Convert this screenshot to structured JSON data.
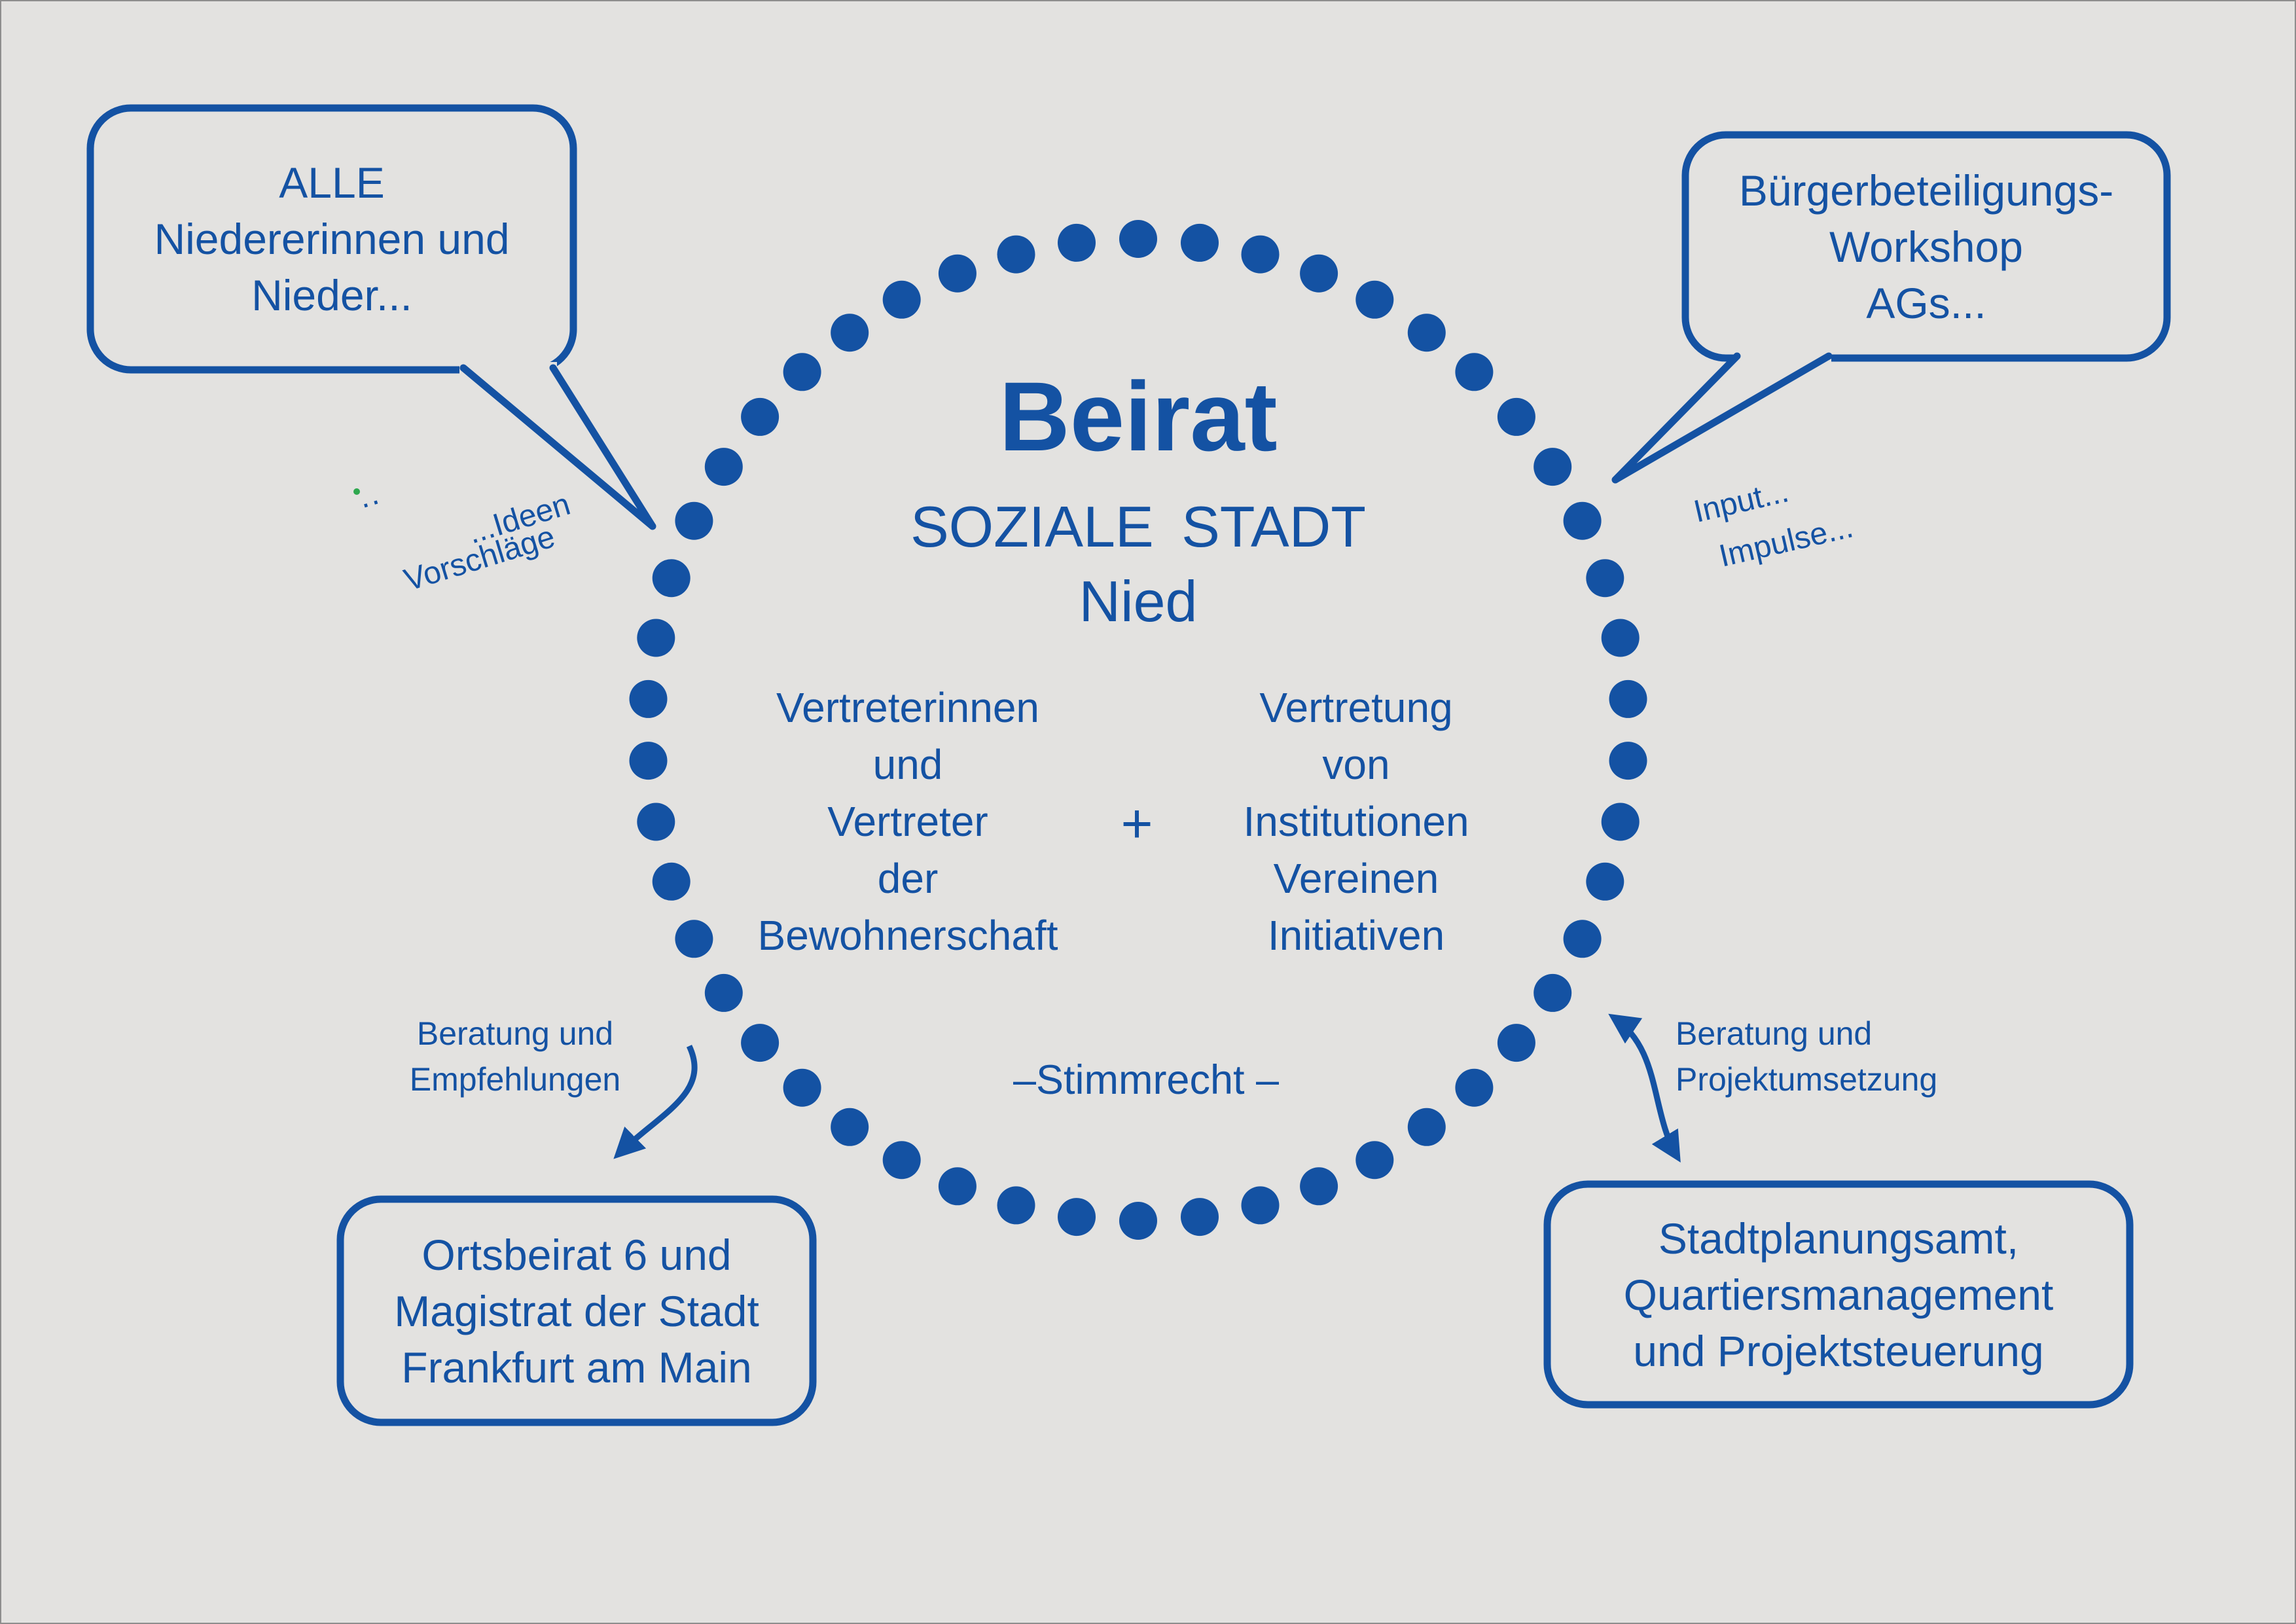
{
  "colors": {
    "blue": "#1452a3",
    "background": "#e3e2e0",
    "artifact_green": "#2fa84f"
  },
  "center": {
    "title": "Beirat",
    "subtitle1": "SOZIALE STADT",
    "subtitle2": "Nied",
    "left_column": {
      "lines": [
        "Vertreterinnen",
        "und",
        "Vertreter",
        "der",
        "Bewohnerschaft"
      ]
    },
    "plus": "+",
    "right_column": {
      "lines": [
        "Vertretung",
        "von",
        "Institutionen",
        "Vereinen",
        "Initiativen"
      ]
    },
    "bottom_note": "–Stimmrecht  –"
  },
  "bubbles": {
    "top_left": {
      "lines": [
        "ALLE",
        "Niedererinnen und",
        "Nieder..."
      ]
    },
    "top_right": {
      "lines": [
        "Bürgerbeteiligungs-",
        "Workshop",
        "AGs..."
      ]
    }
  },
  "boxes": {
    "bottom_left": {
      "lines": [
        "Ortsbeirat 6 und",
        "Magistrat der Stadt",
        "Frankfurt am Main"
      ]
    },
    "bottom_right": {
      "lines": [
        "Stadtplanungsamt,",
        "Quartiersmanagement",
        "und Projektsteuerung"
      ]
    }
  },
  "annotations": {
    "ideen": "...Ideen",
    "vorschlaege_prefix": "··",
    "vorschlaege": "Vorschläge",
    "input": "Input...",
    "impulse": "Impulse...",
    "left_arrow_label": {
      "lines": [
        "Beratung und",
        "Empfehlungen"
      ]
    },
    "right_arrow_label": {
      "lines": [
        "Beratung und",
        "Projektumsetzung"
      ]
    }
  },
  "dots_circle": {
    "count": 50
  }
}
